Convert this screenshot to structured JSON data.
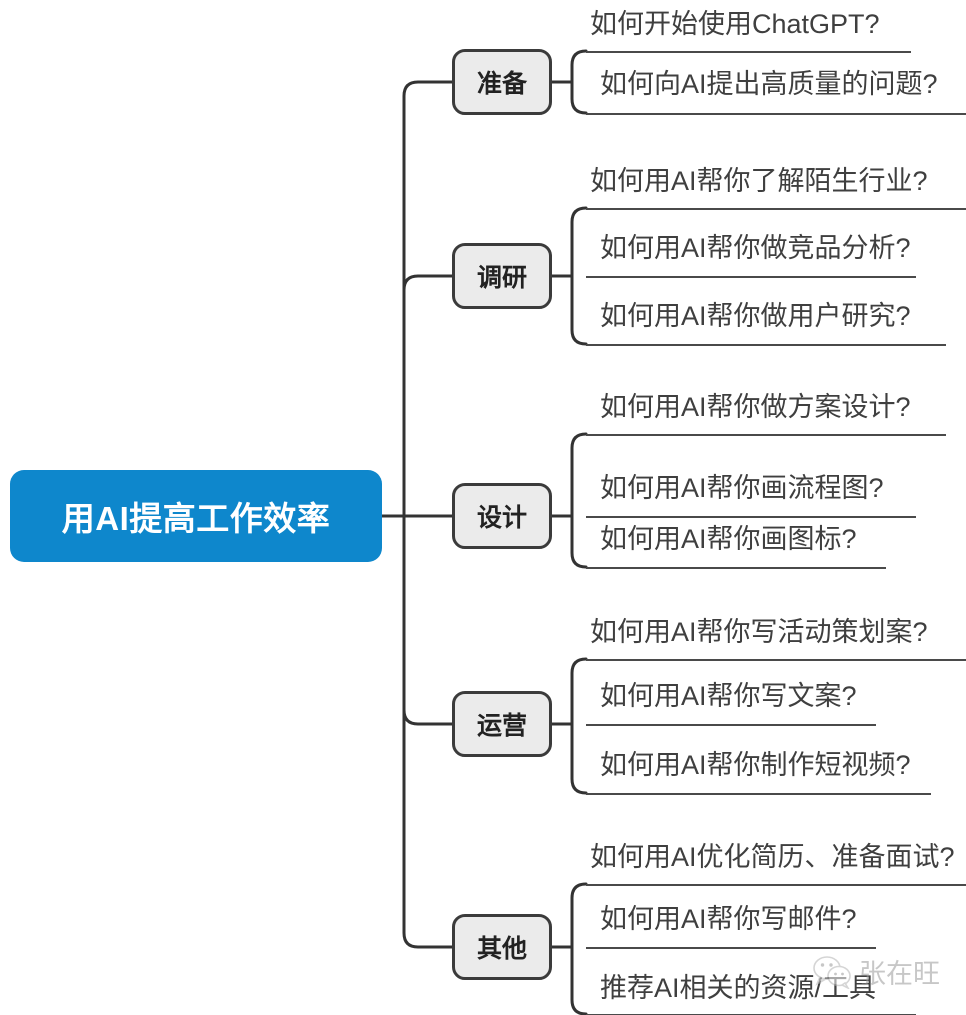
{
  "diagram": {
    "type": "mind-map",
    "title": "用AI提高工作效率",
    "root": {
      "label": "用AI提高工作效率",
      "color": "#0e87cc",
      "text_color": "#ffffff"
    },
    "branch_style": {
      "fill": "#ebebeb",
      "border": "#3b3b3b",
      "text_color": "#222222"
    },
    "line_color": "#333333",
    "leaf_text_color": "#3f3f3f",
    "branches": [
      {
        "label": "准备",
        "leaves": [
          {
            "label": "如何开始使用ChatGPT?"
          },
          {
            "label": "如何向AI提出高质量的问题?"
          }
        ]
      },
      {
        "label": "调研",
        "leaves": [
          {
            "label": "如何用AI帮你了解陌生行业?"
          },
          {
            "label": "如何用AI帮你做竞品分析?"
          },
          {
            "label": "如何用AI帮你做用户研究?"
          }
        ]
      },
      {
        "label": "设计",
        "leaves": [
          {
            "label": "如何用AI帮你做方案设计?"
          },
          {
            "label": "如何用AI帮你画流程图?"
          },
          {
            "label": "如何用AI帮你画图标?"
          }
        ]
      },
      {
        "label": "运营",
        "leaves": [
          {
            "label": "如何用AI帮你写活动策划案?"
          },
          {
            "label": "如何用AI帮你写文案?"
          },
          {
            "label": "如何用AI帮你制作短视频?"
          }
        ]
      },
      {
        "label": "其他",
        "leaves": [
          {
            "label": "如何用AI优化简历、准备面试?"
          },
          {
            "label": "如何用AI帮你写邮件?"
          },
          {
            "label": "推荐AI相关的资源/工具"
          }
        ]
      }
    ]
  },
  "watermark": {
    "icon": "wechat-icon",
    "text": "张在旺"
  }
}
